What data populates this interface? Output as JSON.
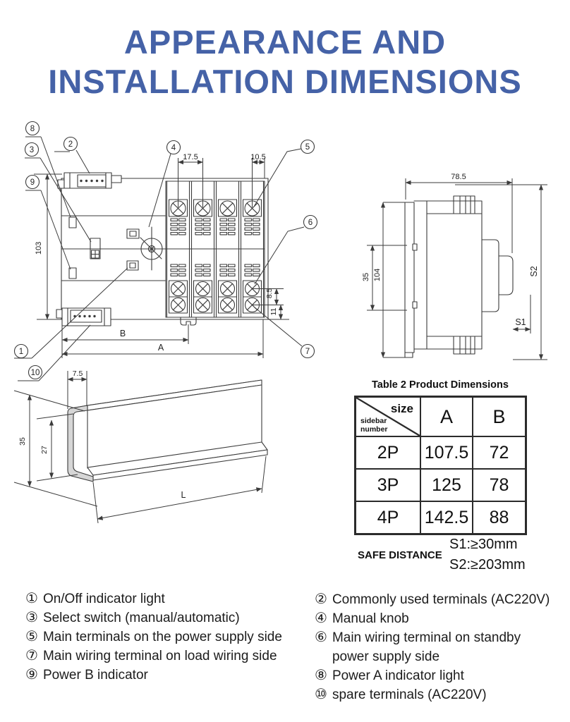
{
  "title": {
    "line1": "APPEARANCE AND",
    "line2": "INSTALLATION DIMENSIONS"
  },
  "colors": {
    "title_blue": "#4562a7",
    "line_dark": "#3b3b3b",
    "rail_fill": "#d6d6d6"
  },
  "callouts": {
    "n1": "1",
    "n2": "2",
    "n3": "3",
    "n4": "4",
    "n5": "5",
    "n6": "6",
    "n7": "7",
    "n8": "8",
    "n9": "9",
    "n10": "10"
  },
  "front_view": {
    "dims": {
      "terminal_pitch": "17.5",
      "edge_offset": "10.5",
      "height": "103",
      "screw_gap": "8.5",
      "bottom_offset": "11",
      "width_b": "B",
      "width_a": "A"
    }
  },
  "side_view": {
    "dims": {
      "depth": "78.5",
      "rail_slot": "35",
      "height": "104",
      "s1": "S1",
      "s2": "S2"
    }
  },
  "rail_view": {
    "dims": {
      "flange_width": "7.5",
      "height": "35",
      "inner_height": "27",
      "length": "L"
    }
  },
  "table": {
    "title": "Table 2 Product Dimensions",
    "corner_top": "size",
    "corner_bottom_line1": "sidebar",
    "corner_bottom_line2": "number",
    "col_a": "A",
    "col_b": "B",
    "rows": [
      {
        "size": "2P",
        "a": "107.5",
        "b": "72"
      },
      {
        "size": "3P",
        "a": "125",
        "b": "78"
      },
      {
        "size": "4P",
        "a": "142.5",
        "b": "88"
      }
    ]
  },
  "safe_distance": {
    "label": "SAFE DISTANCE",
    "s1": "S1:≥30mm",
    "s2": "S2:≥203mm"
  },
  "legend": {
    "left": [
      {
        "marker": "①",
        "text": "On/Off indicator light"
      },
      {
        "marker": "③",
        "text": "Select switch (manual/automatic)"
      },
      {
        "marker": "⑤",
        "text": "Main terminals on the power supply side"
      },
      {
        "marker": "⑦",
        "text": "Main wiring terminal on load wiring side"
      },
      {
        "marker": "⑨",
        "text": "Power B indicator"
      }
    ],
    "right": [
      {
        "marker": "②",
        "text": "Commonly used terminals (AC220V)"
      },
      {
        "marker": "④",
        "text": "Manual knob"
      },
      {
        "marker": "⑥",
        "text": "Main wiring terminal on standby\npower supply side"
      },
      {
        "marker": "⑧",
        "text": "Power A indicator light"
      },
      {
        "marker": "⑩",
        "text": "spare terminals (AC220V)"
      }
    ]
  }
}
